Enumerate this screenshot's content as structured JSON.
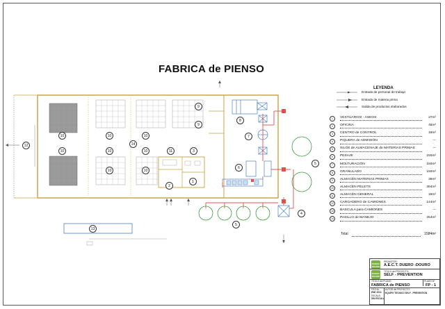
{
  "title": "FABRICA de PIENSO",
  "legend": {
    "title": "LEYENDA",
    "items": [
      "Entrada de personal de trabajo",
      "Entrada de materia prima",
      "Salida de productos elaborados"
    ]
  },
  "rooms": [
    {
      "num": "1",
      "label": "VESTUARIOS - ASEOS",
      "value": "27m²"
    },
    {
      "num": "2",
      "label": "OFICINA",
      "value": "45m²"
    },
    {
      "num": "3",
      "label": "CENTRO de CONTROL",
      "value": "18m²"
    },
    {
      "num": "4",
      "label": "PIQUERA de ADMISIÓN",
      "value": "---"
    },
    {
      "num": "5",
      "label": "SILOS de ALMACENAJE de MATERIAS PRIMAS",
      "value": "---"
    },
    {
      "num": "6",
      "label": "PESAJE",
      "value": "150m²"
    },
    {
      "num": "7",
      "label": "MOLTURACIÓN",
      "value": "150m²"
    },
    {
      "num": "8",
      "label": "GRANULADO",
      "value": "150m²"
    },
    {
      "num": "9",
      "label": "ALMACÉN MATERIAS PRIMAS",
      "value": "36m²"
    },
    {
      "num": "10",
      "label": "ALMACÉN PELETS",
      "value": "394m²"
    },
    {
      "num": "11",
      "label": "ALMACÉN GENERAL",
      "value": "18m²"
    },
    {
      "num": "12",
      "label": "CARGADERO de CAMIONES",
      "value": "144m²"
    },
    {
      "num": "13",
      "label": "BASCULA para CAMIONES",
      "value": "---"
    },
    {
      "num": "14",
      "label": "PASILLO de MANEJO",
      "value": "254m²"
    }
  ],
  "total": {
    "label": "Total",
    "value": "1584m²"
  },
  "title_block": {
    "promotor_caption": "PROMOTOR:",
    "promotor": "A.E.C.T. DUERO -DOURO",
    "proyecto_caption": "TITULO del PROYECTO:",
    "proyecto": "SELF - PREVENTION",
    "plano_caption": "TITULO del PLANO:",
    "plano": "FABRICA de PIENSO",
    "plano_num_caption": "PLANO Nº",
    "plano_num": "FP - 1",
    "fecha_caption": "FECHA:",
    "fecha": "ENE 2013",
    "autor_caption": "AUTOR del PROYECTO:",
    "autor": "EQUIPO TECNICO SELF - PREVENTION",
    "escala_caption": "ESCALA:",
    "escala": "SIN ESCALA",
    "logo_text": "DUERO DOURO"
  },
  "plan_labels": [
    "1",
    "2",
    "3",
    "4",
    "5",
    "5",
    "6",
    "7",
    "8",
    "9",
    "9",
    "10",
    "10",
    "10",
    "10",
    "10",
    "10",
    "10",
    "10",
    "11",
    "12",
    "13",
    "14"
  ],
  "colors": {
    "walls": "#c8a040",
    "pipes": "#e05050",
    "equipment": "#4a7fc0",
    "silos": "#3a9a3a",
    "lines": "#555555"
  }
}
